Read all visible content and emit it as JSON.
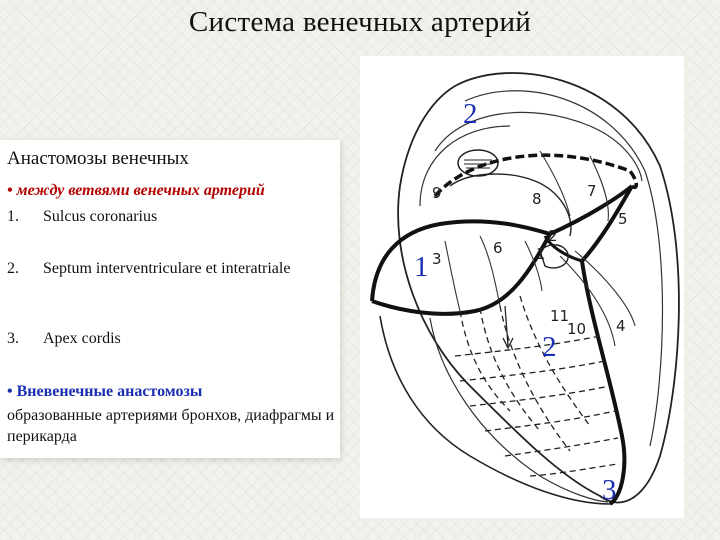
{
  "slide": {
    "title": "Система венечных артерий"
  },
  "panel": {
    "heading": "Анастомозы венечных",
    "bullet1": "• между ветвями венечных артерий",
    "items": [
      {
        "num": "1.",
        "text": "Sulcus coronarius"
      },
      {
        "num": "2.",
        "text": "Septum interventriculare et interatriale"
      },
      {
        "num": "3.",
        "text": "Apex cordis"
      }
    ],
    "bullet2": "• Вневенечные анастомозы",
    "bullet2_text": "образованные артериями бронхов, диафрагмы и перикарда"
  },
  "diagram": {
    "callouts": [
      "2",
      "1",
      "2",
      "3"
    ],
    "numbers": [
      "9",
      "8",
      "7",
      "5",
      "6",
      "3",
      "2",
      "1",
      "11",
      "10",
      "4"
    ]
  },
  "colors": {
    "callout": "#1a2fb0",
    "bullet_red": "#b30000",
    "bullet_blue": "#1a2fb0"
  }
}
